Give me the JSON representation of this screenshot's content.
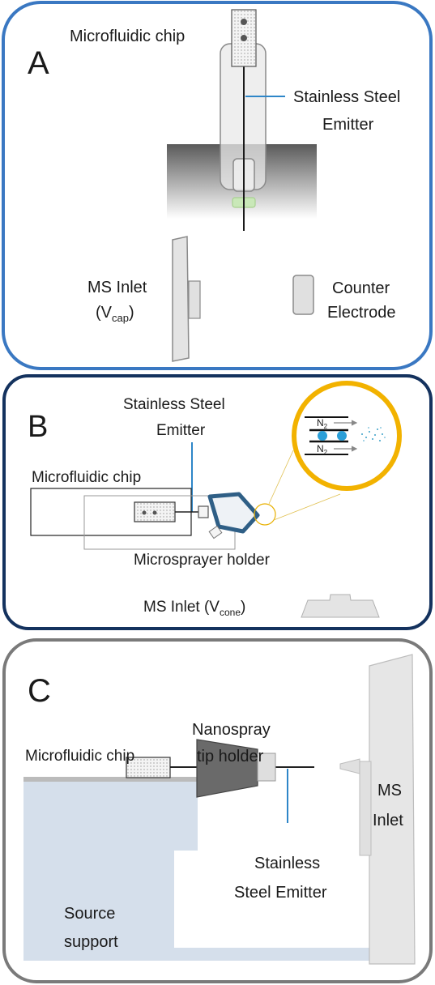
{
  "panels": {
    "a": {
      "letter": "A",
      "chip_label": "Microfluidic chip",
      "emitter_label_1": "Stainless Steel",
      "emitter_label_2": "Emitter",
      "inlet_label_1": "MS Inlet",
      "inlet_v": "(V",
      "inlet_sub": "cap",
      "inlet_close": ")",
      "counter_label_1": "Counter",
      "counter_label_2": "Electrode"
    },
    "b": {
      "letter": "B",
      "emitter_label_1": "Stainless Steel",
      "emitter_label_2": "Emitter",
      "chip_label": "Microfluidic chip",
      "holder_label": "Microsprayer holder",
      "inlet_label": "MS Inlet (V",
      "inlet_sub": "cone",
      "inlet_close": ")",
      "gas_n": "N",
      "gas_sub": "2"
    },
    "c": {
      "letter": "C",
      "holder_label_1": "Nanospray",
      "holder_label_2": "tip holder",
      "chip_label": "Microfluidic chip",
      "inlet_label_1": "MS",
      "inlet_label_2": "Inlet",
      "emitter_label_1": "Stainless",
      "emitter_label_2": "Steel Emitter",
      "support_label_1": "Source",
      "support_label_2": "support"
    }
  },
  "colors": {
    "panel_a_border": "#3a78c2",
    "panel_b_border": "#14325e",
    "panel_c_border": "#7a7a7a",
    "emitter_line": "#2e86c8",
    "holder_blue": "#2f5f86",
    "zoom_circle": "#f2b200",
    "droplet": "#2b9fd8",
    "support_fill": "#d5dfeb"
  }
}
